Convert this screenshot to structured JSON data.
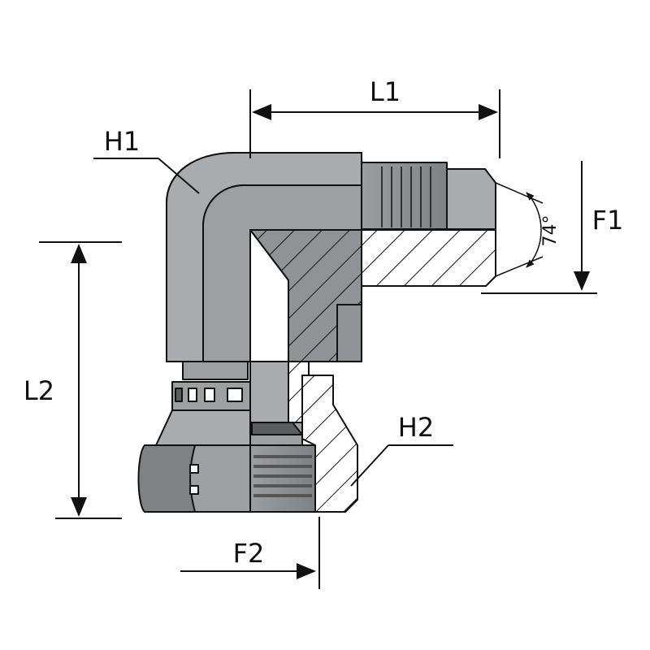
{
  "labels": {
    "l1": "L1",
    "l2": "L2",
    "h1": "H1",
    "h2": "H2",
    "f1": "F1",
    "f2": "F2",
    "angle": "74°"
  },
  "colors": {
    "steel_light": "#b3b6b8",
    "steel_mid": "#8f9396",
    "steel_dark": "#6a6e71",
    "section_fill": "#ffffff",
    "line": "#111111"
  }
}
